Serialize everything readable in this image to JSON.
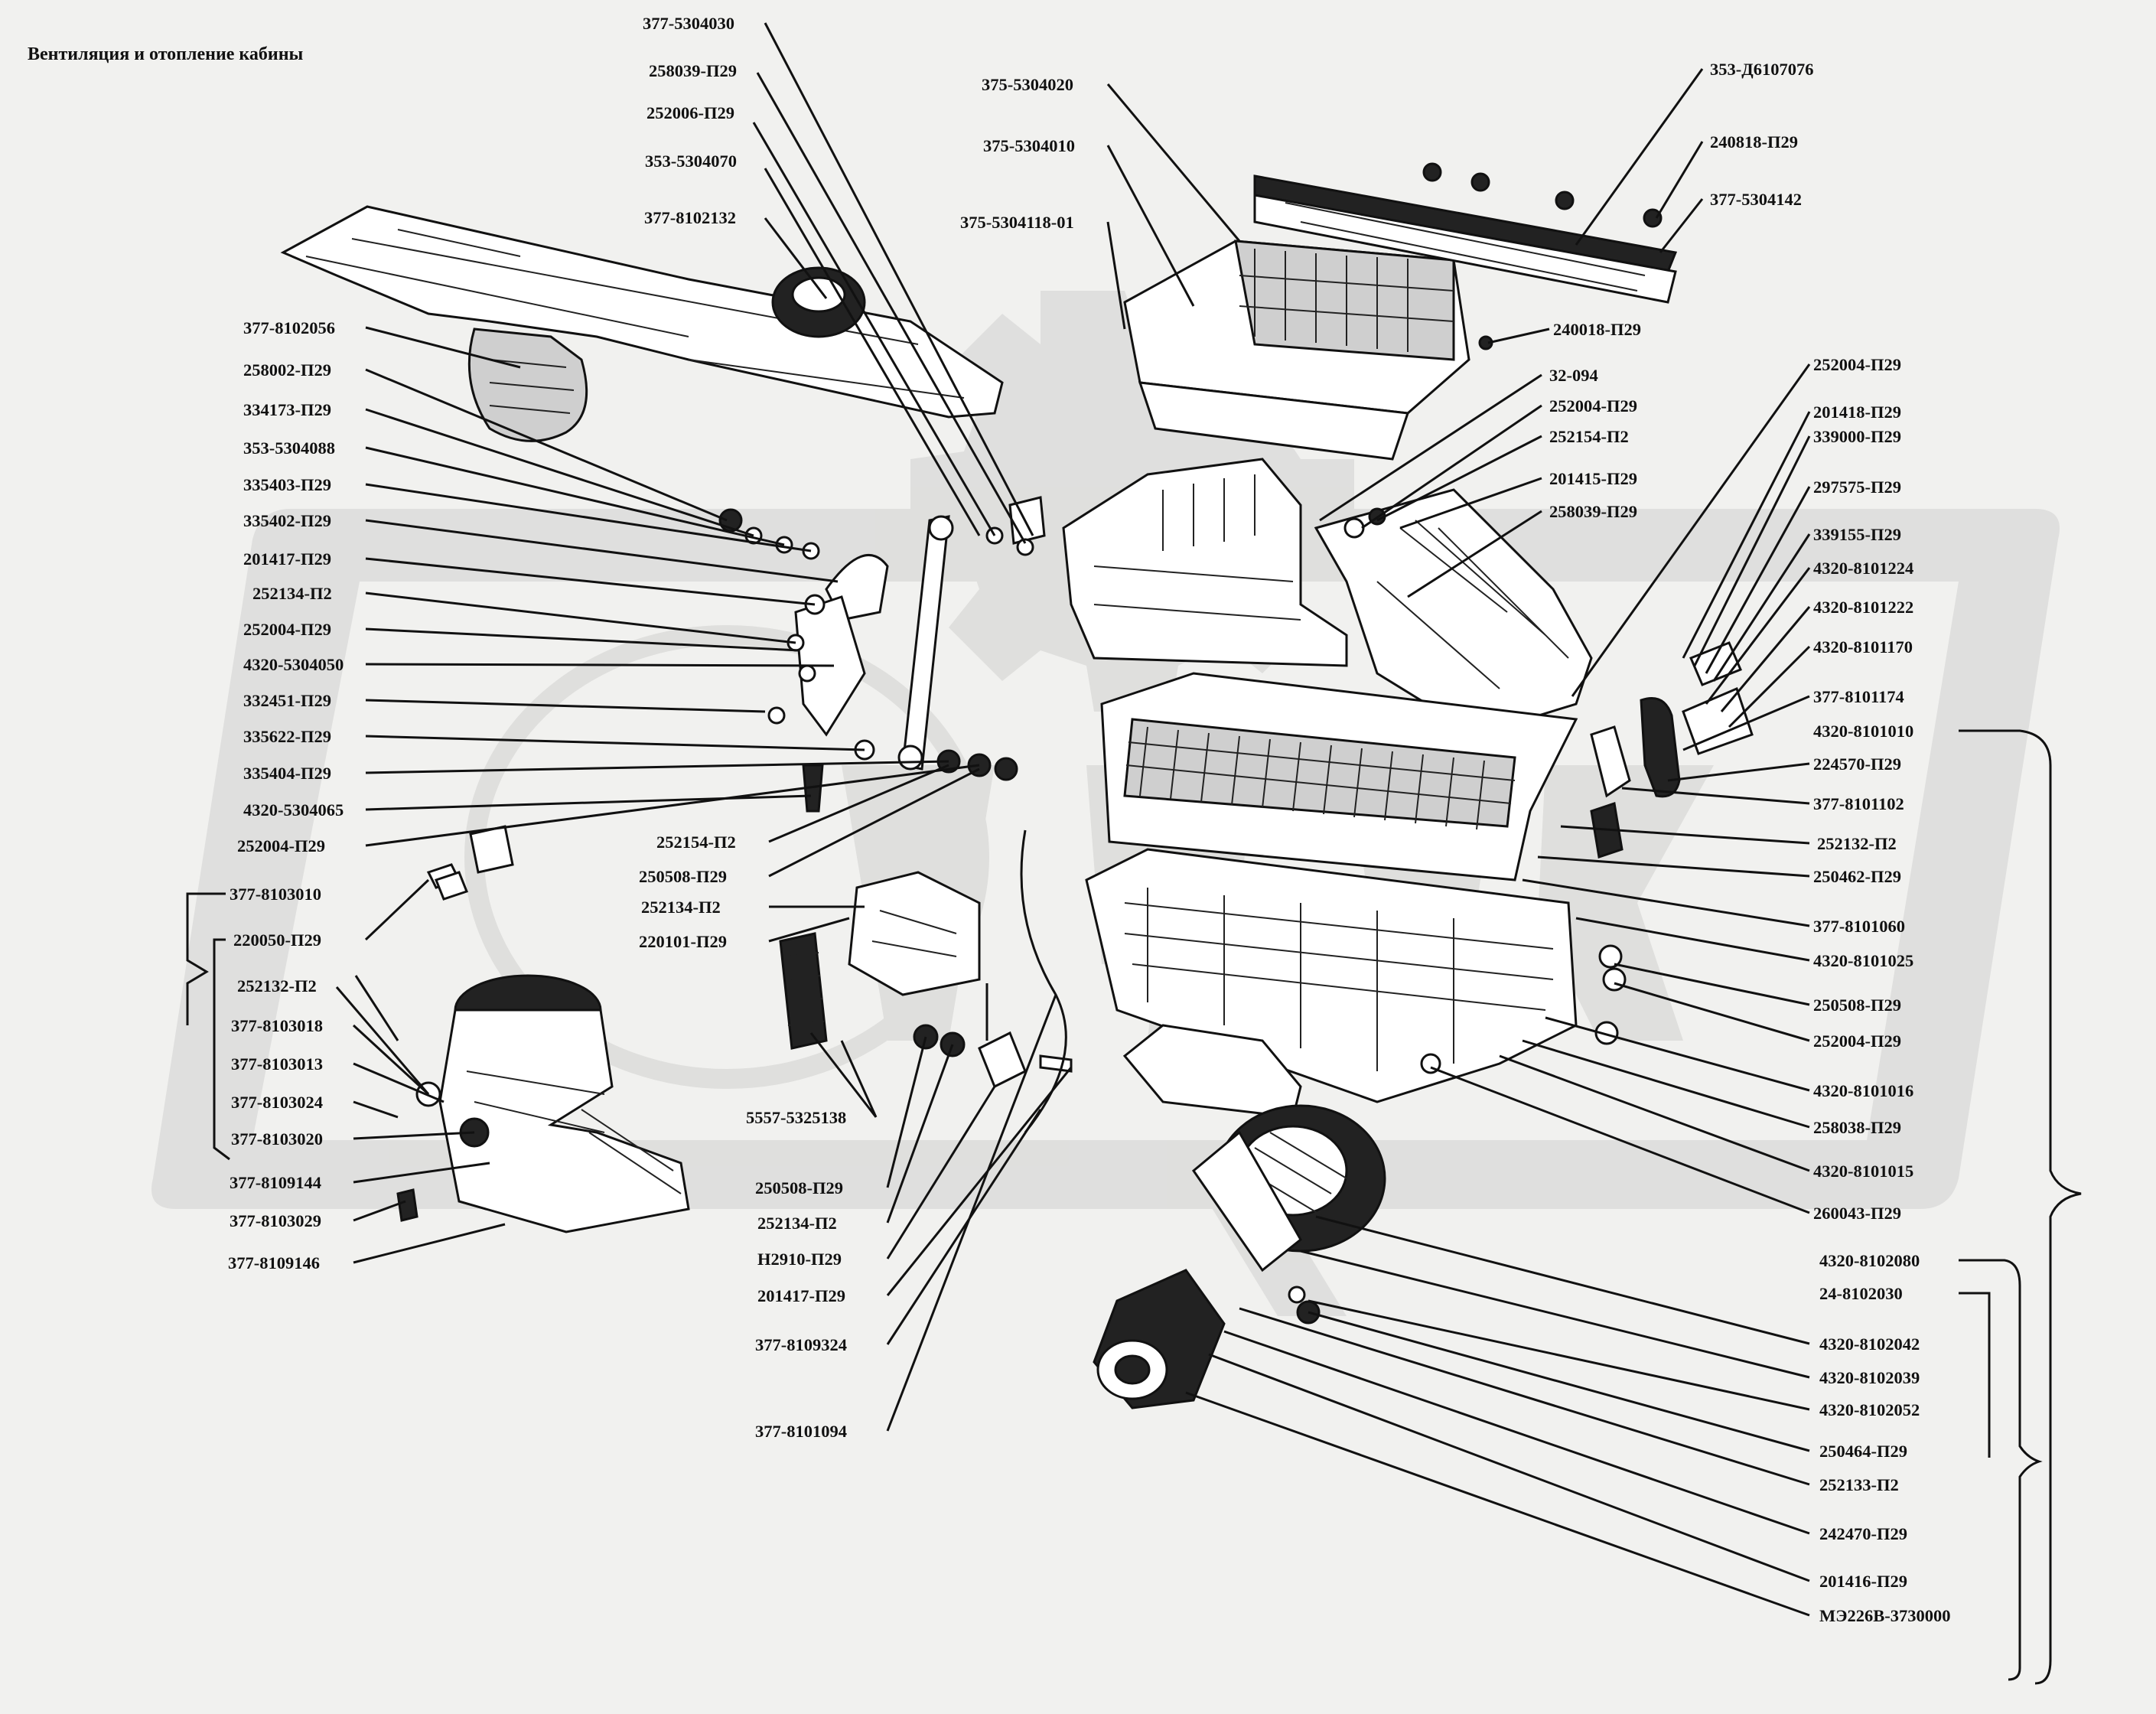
{
  "title": "Вентиляция и отопление кабины",
  "labels": [
    {
      "id": "377-5304030",
      "text": "377-5304030"
    },
    {
      "id": "258039-P29-a",
      "text": "258039-П29"
    },
    {
      "id": "252006-P29",
      "text": "252006-П29"
    },
    {
      "id": "353-5304070",
      "text": "353-5304070"
    },
    {
      "id": "377-8102132",
      "text": "377-8102132"
    },
    {
      "id": "377-8102056",
      "text": "377-8102056"
    },
    {
      "id": "258002-P29",
      "text": "258002-П29"
    },
    {
      "id": "334173-P29",
      "text": "334173-П29"
    },
    {
      "id": "353-5304088",
      "text": "353-5304088"
    },
    {
      "id": "335403-P29",
      "text": "335403-П29"
    },
    {
      "id": "335402-P29",
      "text": "335402-П29"
    },
    {
      "id": "201417-P29-a",
      "text": "201417-П29"
    },
    {
      "id": "252134-P2-a",
      "text": "252134-П2"
    },
    {
      "id": "252004-P29-a",
      "text": "252004-П29"
    },
    {
      "id": "4320-5304050",
      "text": "4320-5304050"
    },
    {
      "id": "332451-P29",
      "text": "332451-П29"
    },
    {
      "id": "335622-P29",
      "text": "335622-П29"
    },
    {
      "id": "335404-P29",
      "text": "335404-П29"
    },
    {
      "id": "4320-5304065",
      "text": "4320-5304065"
    },
    {
      "id": "252004-P29-b",
      "text": "252004-П29"
    },
    {
      "id": "377-8103010",
      "text": "377-8103010"
    },
    {
      "id": "220050-P29",
      "text": "220050-П29"
    },
    {
      "id": "252132-P2-a",
      "text": "252132-П2"
    },
    {
      "id": "377-8103018",
      "text": "377-8103018"
    },
    {
      "id": "377-8103013",
      "text": "377-8103013"
    },
    {
      "id": "377-8103024",
      "text": "377-8103024"
    },
    {
      "id": "377-8103020",
      "text": "377-8103020"
    },
    {
      "id": "377-8109144",
      "text": "377-8109144"
    },
    {
      "id": "377-8103029",
      "text": "377-8103029"
    },
    {
      "id": "377-8109146",
      "text": "377-8109146"
    },
    {
      "id": "252154-P2-a",
      "text": "252154-П2"
    },
    {
      "id": "250508-P29-a",
      "text": "250508-П29"
    },
    {
      "id": "252134-P2-b",
      "text": "252134-П2"
    },
    {
      "id": "220101-P29",
      "text": "220101-П29"
    },
    {
      "id": "5557-5325138",
      "text": "5557-5325138"
    },
    {
      "id": "250508-P29-b",
      "text": "250508-П29"
    },
    {
      "id": "252134-P2-c",
      "text": "252134-П2"
    },
    {
      "id": "H2910-P29",
      "text": "Н2910-П29"
    },
    {
      "id": "201417-P29-b",
      "text": "201417-П29"
    },
    {
      "id": "377-8109324",
      "text": "377-8109324"
    },
    {
      "id": "377-8101094",
      "text": "377-8101094"
    },
    {
      "id": "375-5304020",
      "text": "375-5304020"
    },
    {
      "id": "375-5304010",
      "text": "375-5304010"
    },
    {
      "id": "375-5304118-01",
      "text": "375-5304118-01"
    },
    {
      "id": "353-D6107076",
      "text": "353-Д6107076"
    },
    {
      "id": "240818-P29",
      "text": "240818-П29"
    },
    {
      "id": "377-5304142",
      "text": "377-5304142"
    },
    {
      "id": "240018-P29",
      "text": "240018-П29"
    },
    {
      "id": "32-094",
      "text": "32-094"
    },
    {
      "id": "252004-P29-c",
      "text": "252004-П29"
    },
    {
      "id": "252154-P2-b",
      "text": "252154-П2"
    },
    {
      "id": "201415-P29",
      "text": "201415-П29"
    },
    {
      "id": "258039-P29-b",
      "text": "258039-П29"
    },
    {
      "id": "252004-P29-d",
      "text": "252004-П29"
    },
    {
      "id": "201418-P29",
      "text": "201418-П29"
    },
    {
      "id": "339000-P29",
      "text": "339000-П29"
    },
    {
      "id": "297575-P29",
      "text": "297575-П29"
    },
    {
      "id": "339155-P29",
      "text": "339155-П29"
    },
    {
      "id": "4320-8101224",
      "text": "4320-8101224"
    },
    {
      "id": "4320-8101222",
      "text": "4320-8101222"
    },
    {
      "id": "4320-8101170",
      "text": "4320-8101170"
    },
    {
      "id": "377-8101174",
      "text": "377-8101174"
    },
    {
      "id": "4320-8101010",
      "text": "4320-8101010"
    },
    {
      "id": "224570-P29",
      "text": "224570-П29"
    },
    {
      "id": "377-8101102",
      "text": "377-8101102"
    },
    {
      "id": "252132-P2-b",
      "text": "252132-П2"
    },
    {
      "id": "250462-P29",
      "text": "250462-П29"
    },
    {
      "id": "377-8101060",
      "text": "377-8101060"
    },
    {
      "id": "4320-8101025",
      "text": "4320-8101025"
    },
    {
      "id": "250508-P29-c",
      "text": "250508-П29"
    },
    {
      "id": "252004-P29-e",
      "text": "252004-П29"
    },
    {
      "id": "4320-8101016",
      "text": "4320-8101016"
    },
    {
      "id": "258038-P29",
      "text": "258038-П29"
    },
    {
      "id": "4320-8101015",
      "text": "4320-8101015"
    },
    {
      "id": "260043-P29",
      "text": "260043-П29"
    },
    {
      "id": "4320-8102080",
      "text": "4320-8102080"
    },
    {
      "id": "24-8102030",
      "text": "24-8102030"
    },
    {
      "id": "4320-8102042",
      "text": "4320-8102042"
    },
    {
      "id": "4320-8102039",
      "text": "4320-8102039"
    },
    {
      "id": "4320-8102052",
      "text": "4320-8102052"
    },
    {
      "id": "250464-P29",
      "text": "250464-П29"
    },
    {
      "id": "252133-P2",
      "text": "252133-П2"
    },
    {
      "id": "242470-P29",
      "text": "242470-П29"
    },
    {
      "id": "201416-P29",
      "text": "201416-П29"
    },
    {
      "id": "ME226V-3730000",
      "text": "МЭ226В-3730000"
    }
  ]
}
